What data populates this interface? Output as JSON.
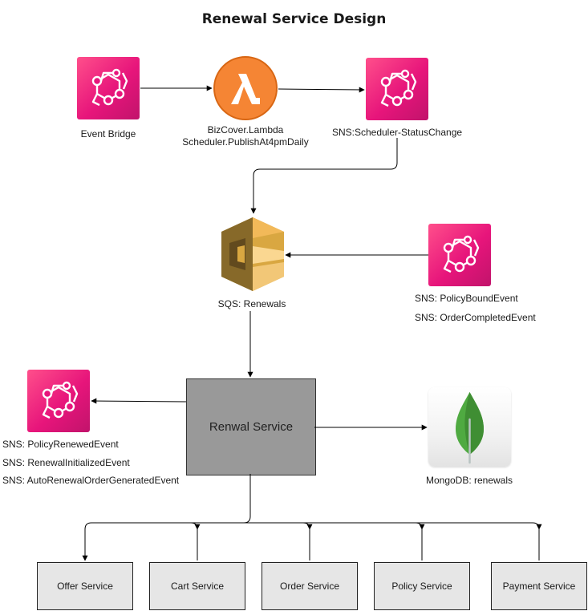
{
  "title": "Renewal Service Design",
  "nodes": {
    "event_bridge": {
      "label": "Event Bridge",
      "icon": "eventbridge-icon"
    },
    "lambda": {
      "label_line1": "BizCover.Lambda",
      "label_line2": "Scheduler.PublishAt4pmDaily",
      "icon": "lambda-icon"
    },
    "sns_scheduler": {
      "label": "SNS:Scheduler-StatusChange",
      "icon": "eventbridge-icon"
    },
    "sqs": {
      "label": "SQS: Renewals",
      "icon": "sqs-icon"
    },
    "sns_inbound": {
      "labels": [
        "SNS: PolicyBoundEvent",
        "SNS: OrderCompletedEvent"
      ],
      "icon": "eventbridge-icon"
    },
    "renewal_service": {
      "label": "Renwal Service"
    },
    "sns_outbound": {
      "labels": [
        "SNS: PolicyRenewedEvent",
        "SNS: RenewalInitializedEvent",
        "SNS: AutoRenewalOrderGeneratedEvent"
      ],
      "icon": "eventbridge-icon"
    },
    "mongodb": {
      "label": "MongoDB: renewals",
      "icon": "mongodb-leaf-icon"
    }
  },
  "services": [
    "Offer Service",
    "Cart Service",
    "Order Service",
    "Policy Service",
    "Payment Service"
  ],
  "colors": {
    "eventbridge": "#e7157b",
    "lambda": "#f58534",
    "sqs": "#d9a741",
    "renewal_box": "#999999",
    "service_box": "#e6e6e6",
    "mongodb_leaf": "#4faa41"
  }
}
